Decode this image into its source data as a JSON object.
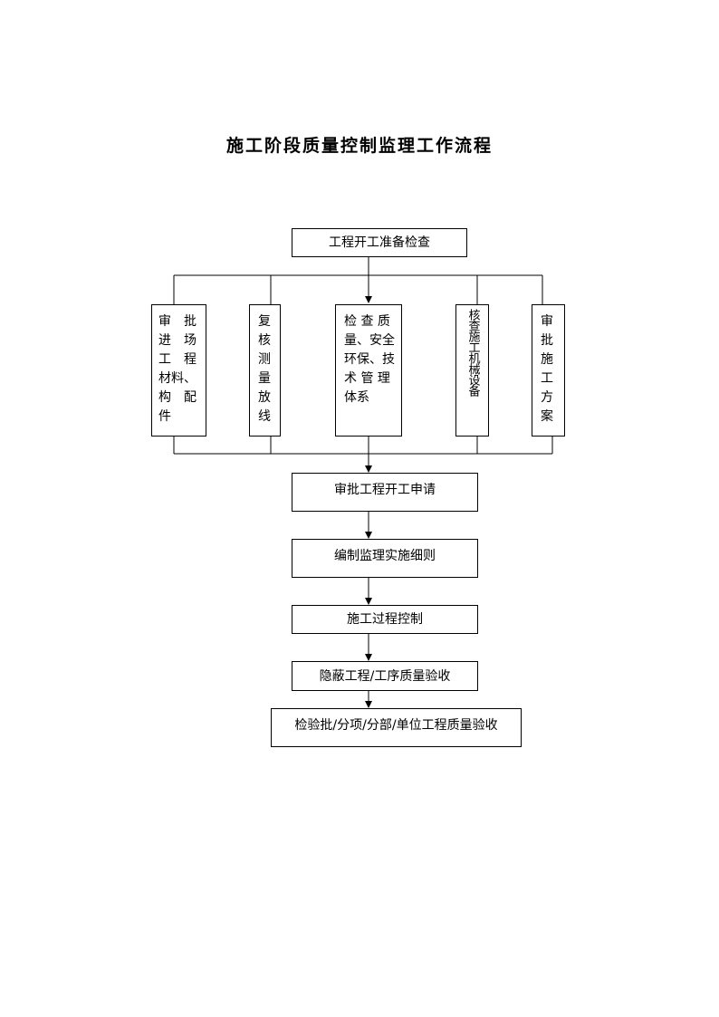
{
  "title": "施工阶段质量控制监理工作流程",
  "nodes": {
    "start": "工程开工准备检查",
    "branch_materials": "审　批\n进　场\n工　程\n材料、\n构　配\n件",
    "branch_survey": "复\n核\n测\n量\n放\n线",
    "branch_quality": "检 查 质\n量、安全\n环保、技\n术 管 理\n体系",
    "branch_machinery": "核查施工机械设备",
    "branch_plan": "审\n批\n施\n工\n方\n案",
    "approve_start": "审批工程开工申请",
    "rules": "编制监理实施细则",
    "process_control": "施工过程控制",
    "hidden_inspection": "隐蔽工程/工序质量验收",
    "final_inspection": "检验批/分项/分部/单位工程质量验收"
  }
}
